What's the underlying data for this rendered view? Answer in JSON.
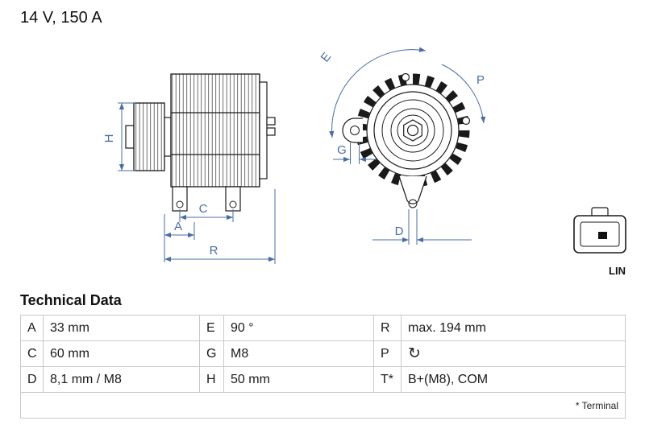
{
  "header": {
    "spec": "14 V, 150 A"
  },
  "diagram": {
    "dimension_labels": {
      "H": "H",
      "A": "A",
      "C": "C",
      "R": "R",
      "E": "E",
      "P": "P",
      "G": "G",
      "D": "D"
    },
    "connector_label": "LIN",
    "colors": {
      "dimension_blue": "#4a6da4",
      "drawing_line": "#1a1a1a"
    }
  },
  "table": {
    "title": "Technical Data",
    "rows": [
      [
        {
          "key": "A",
          "value": "33 mm"
        },
        {
          "key": "E",
          "value": "90 °"
        },
        {
          "key": "R",
          "value": "max. 194 mm"
        }
      ],
      [
        {
          "key": "C",
          "value": "60 mm"
        },
        {
          "key": "G",
          "value": "M8"
        },
        {
          "key": "P",
          "value": "",
          "icon": "rotation-direction",
          "icon_glyph": "↻"
        }
      ],
      [
        {
          "key": "D",
          "value": "8,1 mm / M8"
        },
        {
          "key": "H",
          "value": "50 mm"
        },
        {
          "key": "T*",
          "value": "B+(M8), COM"
        }
      ]
    ],
    "footnote": "* Terminal"
  }
}
